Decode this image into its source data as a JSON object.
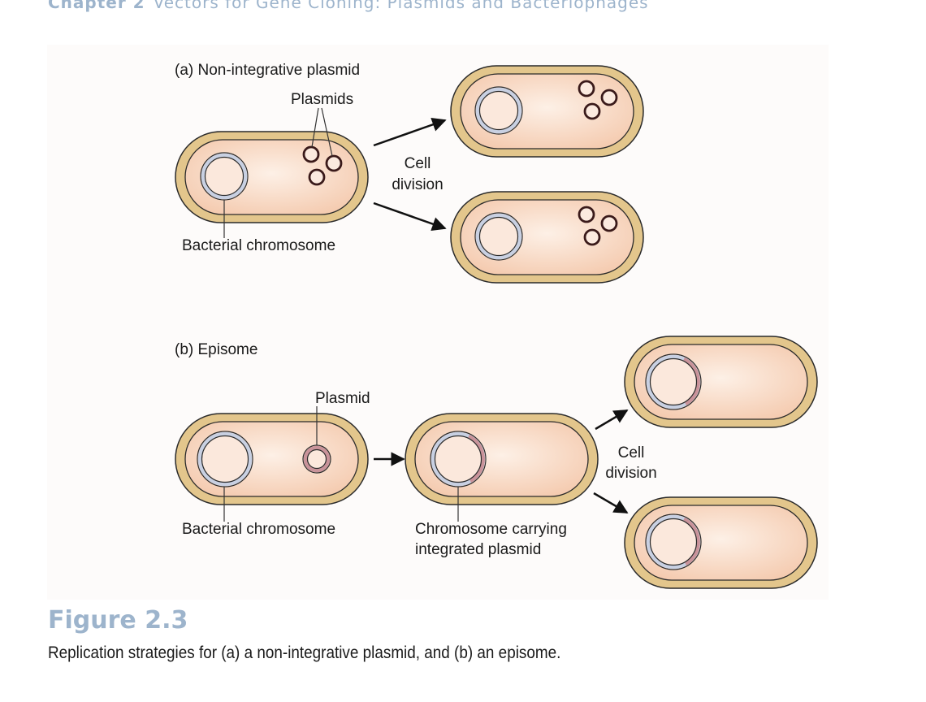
{
  "header": {
    "chapter": "Chapter 2",
    "title": "Vectors for Gene Cloning: Plasmids and Bacteriophages"
  },
  "panel_a": {
    "title": "(a) Non-integrative plasmid",
    "plasmids_label": "Plasmids",
    "chromosome_label": "Bacterial chromosome",
    "division_label": [
      "Cell",
      "division"
    ]
  },
  "panel_b": {
    "title": "(b) Episome",
    "plasmid_label": "Plasmid",
    "chromosome_label": "Bacterial chromosome",
    "integrated_label": [
      "Chromosome carrying",
      "integrated plasmid"
    ],
    "division_label": [
      "Cell",
      "division"
    ]
  },
  "figure": {
    "title": "Figure 2.3",
    "caption": "Replication strategies for (a) a non-integrative plasmid, and (b) an episome."
  },
  "colors": {
    "accent": "#9db4cc",
    "cell_wall": "#e3c68c",
    "cytoplasm": "#f7d4bd",
    "chromosome": "#c8d0e2",
    "plasmid": "#c9939a",
    "panel_bg": "#fdfbfa"
  }
}
